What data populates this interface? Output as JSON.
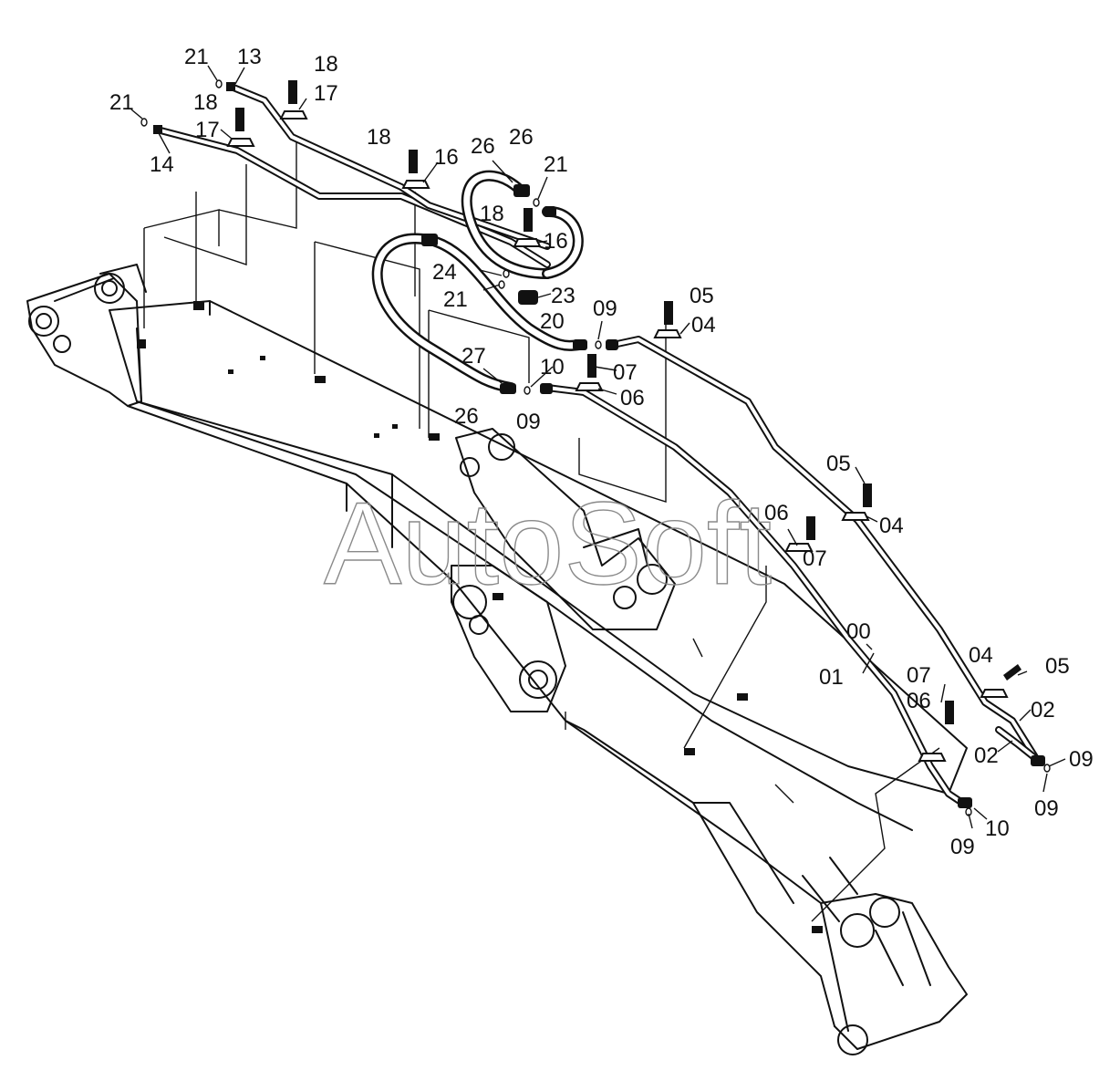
{
  "watermark": "AutoSoft",
  "labels": {
    "p00": "00",
    "p01": "01",
    "p02a": "02",
    "p02b": "02",
    "p04a": "04",
    "p04b": "04",
    "p04c": "04",
    "p05a": "05",
    "p05b": "05",
    "p05c": "05",
    "p06a": "06",
    "p06b": "06",
    "p06c": "06",
    "p07a": "07",
    "p07b": "07",
    "p07c": "07",
    "p09a": "09",
    "p09b": "09",
    "p09c": "09",
    "p09d": "09",
    "p09e": "09",
    "p10a": "10",
    "p10b": "10",
    "p13": "13",
    "p14": "14",
    "p16a": "16",
    "p16b": "16",
    "p17a": "17",
    "p17b": "17",
    "p18a": "18",
    "p18b": "18",
    "p18c": "18",
    "p18d": "18",
    "p20": "20",
    "p21a": "21",
    "p21b": "21",
    "p21c": "21",
    "p21d": "21",
    "p23": "23",
    "p24": "24",
    "p26a": "26",
    "p26b": "26",
    "p26c": "26",
    "p27": "27"
  }
}
